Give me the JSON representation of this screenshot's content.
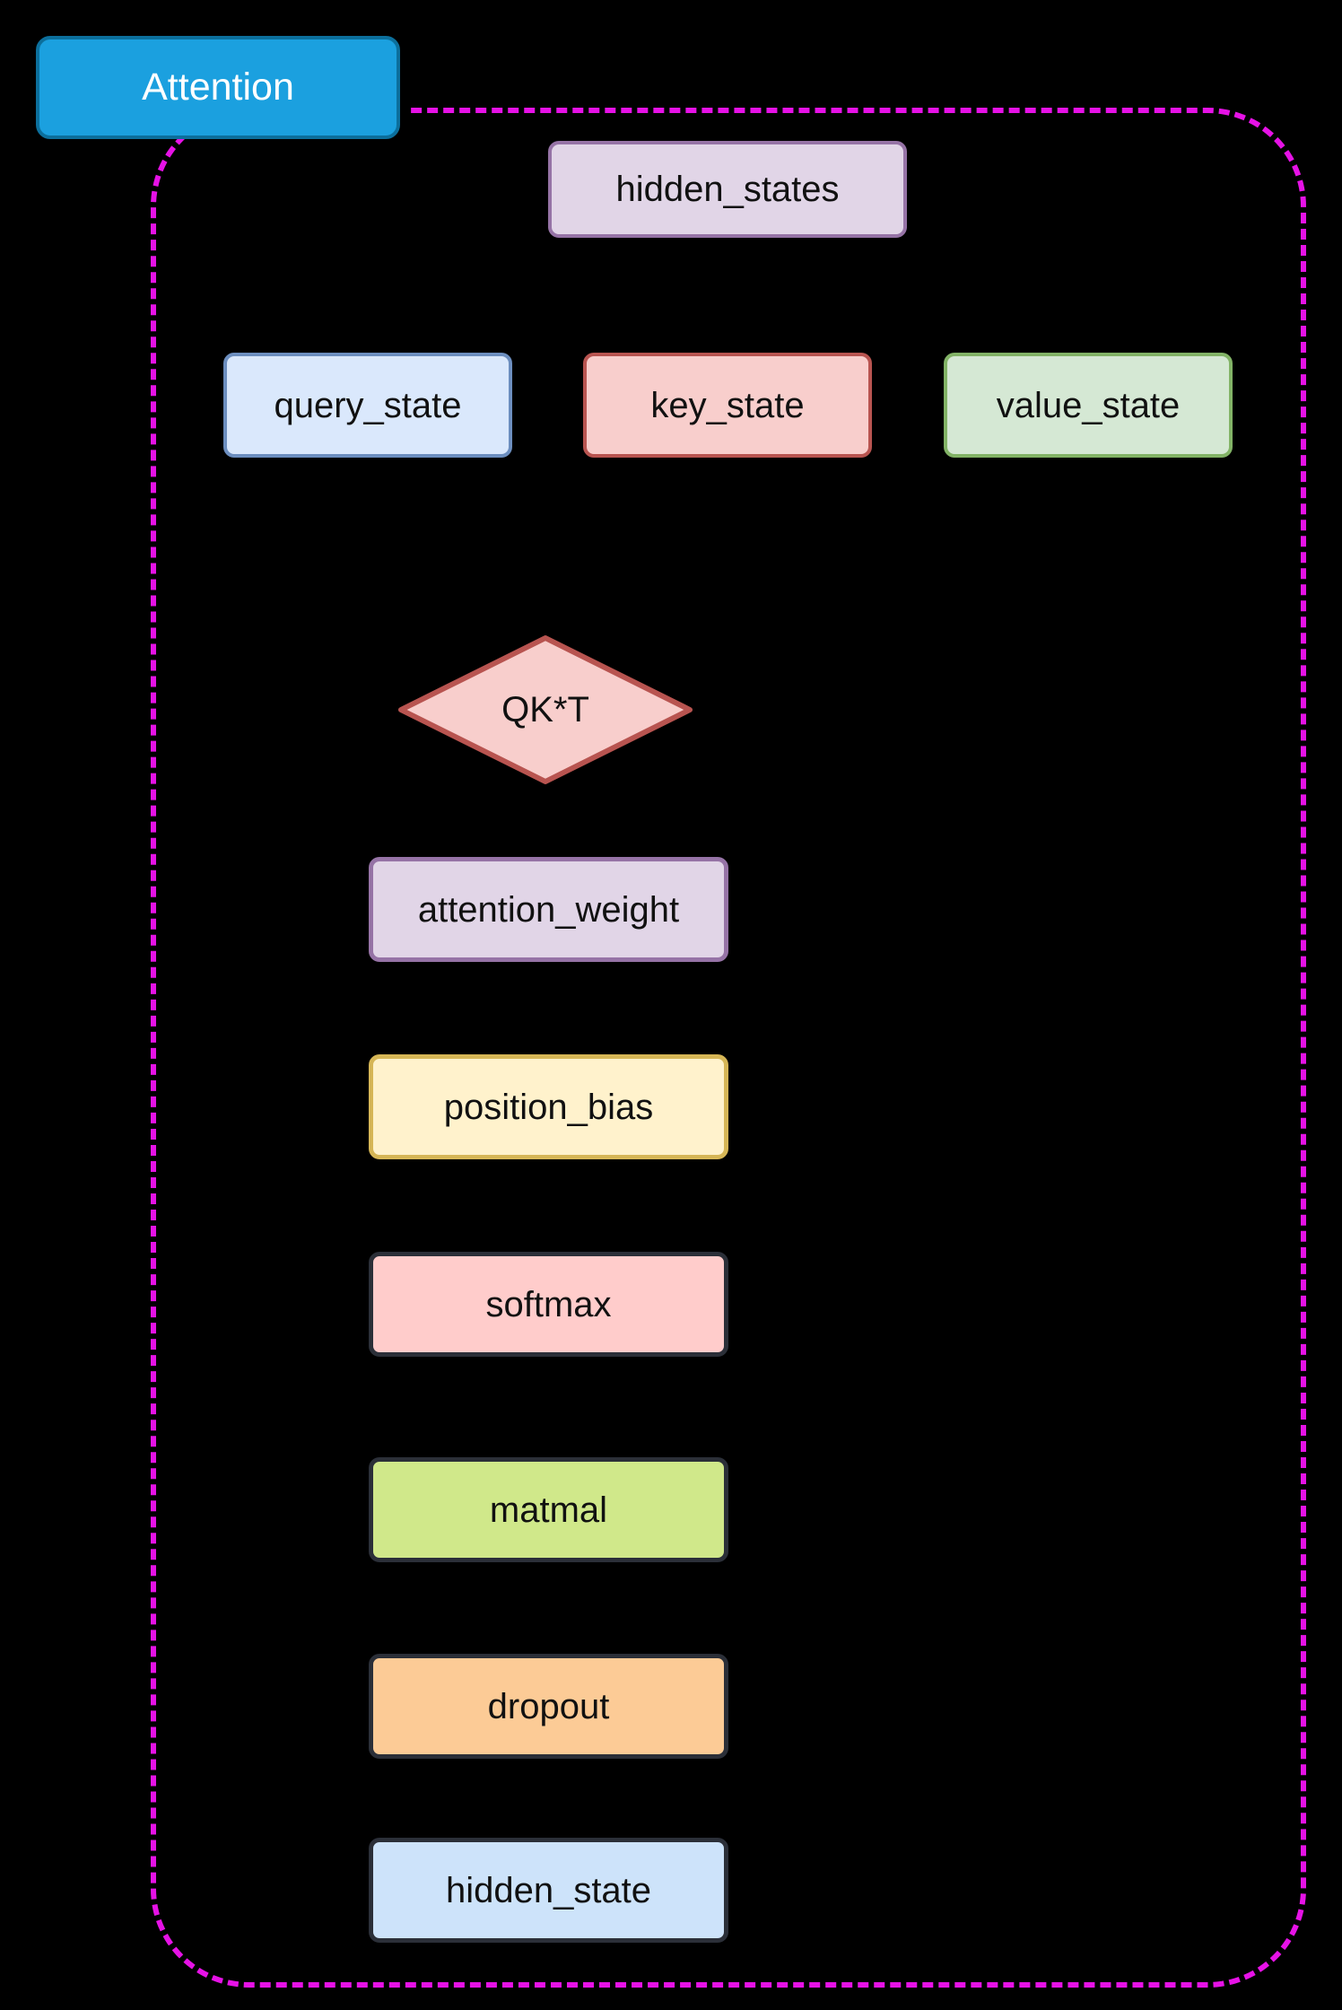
{
  "diagram": {
    "type": "flowchart",
    "background": "#000000",
    "cluster": {
      "title": "Attention",
      "title_fill": "#1BA0DF",
      "title_stroke": "#0C6F9C",
      "title_text_color": "#FFFFFF",
      "boundary_color": "#E612E6",
      "boundary_style": "dashed"
    },
    "nodes": [
      {
        "id": "hidden_states",
        "label": "hidden_states",
        "shape": "rounded-rect",
        "fill": "#E1D5E7",
        "stroke": "#9673A6"
      },
      {
        "id": "query_state",
        "label": "query_state",
        "shape": "rounded-rect",
        "fill": "#DAE8FC",
        "stroke": "#6C8EBF"
      },
      {
        "id": "key_state",
        "label": "key_state",
        "shape": "rounded-rect",
        "fill": "#F8CECC",
        "stroke": "#B85450"
      },
      {
        "id": "value_state",
        "label": "value_state",
        "shape": "rounded-rect",
        "fill": "#D5E8D4",
        "stroke": "#82B366"
      },
      {
        "id": "qkt",
        "label": "QK*T",
        "shape": "diamond",
        "fill": "#F8CECC",
        "stroke": "#B85450"
      },
      {
        "id": "attention_weight",
        "label": "attention_weight",
        "shape": "rounded-rect",
        "fill": "#E1D5E7",
        "stroke": "#9673A6"
      },
      {
        "id": "position_bias",
        "label": "position_bias",
        "shape": "rounded-rect",
        "fill": "#FFF2CC",
        "stroke": "#D6B656"
      },
      {
        "id": "softmax",
        "label": "softmax",
        "shape": "rounded-rect",
        "fill": "#FFCCCB",
        "stroke": "#2B2F38"
      },
      {
        "id": "matmal",
        "label": "matmal",
        "shape": "rounded-rect",
        "fill": "#D0E88A",
        "stroke": "#2B2F38"
      },
      {
        "id": "dropout",
        "label": "dropout",
        "shape": "rounded-rect",
        "fill": "#FCCB96",
        "stroke": "#2B2F38"
      },
      {
        "id": "hidden_state",
        "label": "hidden_state",
        "shape": "rounded-rect",
        "fill": "#CDE3FA",
        "stroke": "#2B2F38"
      }
    ]
  }
}
